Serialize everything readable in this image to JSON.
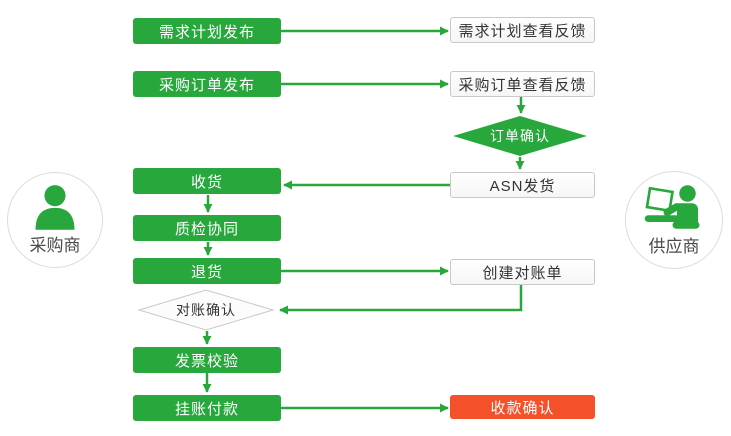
{
  "diagram": {
    "actors": {
      "buyer": {
        "label": "采购商"
      },
      "supplier": {
        "label": "供应商"
      }
    },
    "nodes": {
      "demand_publish": "需求计划发布",
      "demand_feedback": "需求计划查看反馈",
      "po_publish": "采购订单发布",
      "po_feedback": "采购订单查看反馈",
      "order_confirm": "订单确认",
      "asn_ship": "ASN发货",
      "receive_goods": "收货",
      "quality_check": "质检协同",
      "return_goods": "退货",
      "create_statement": "创建对账单",
      "recon_confirm": "对账确认",
      "invoice_verify": "发票校验",
      "book_payment": "挂账付款",
      "receipt_confirm": "收款确认"
    },
    "colors": {
      "green": "#28a73c",
      "orange": "#f4502a",
      "box_border": "#c9c9c9",
      "box_text": "#333333",
      "actor_border": "#dcdcdc",
      "actor_text": "#4a4a4a"
    }
  }
}
